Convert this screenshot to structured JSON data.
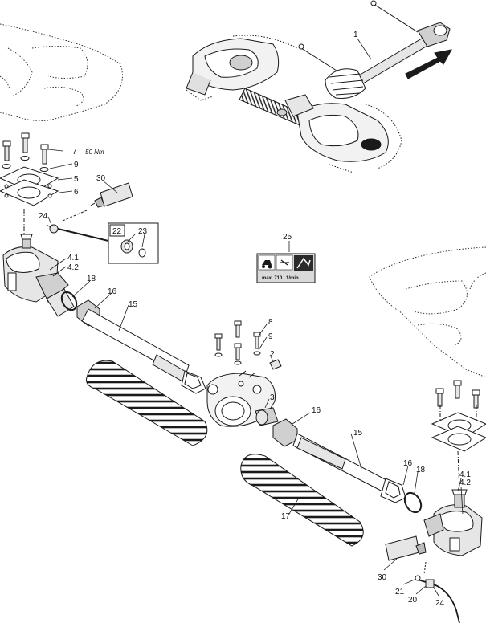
{
  "labels": {
    "p1": "1",
    "p2": "2",
    "p3": "3",
    "p4_1a": "4.1",
    "p4_2a": "4.2",
    "p4_1b": "4.1",
    "p4_2b": "4.2",
    "p5": "5",
    "p6": "6",
    "p7": "7",
    "p8": "8",
    "p9a": "9",
    "p9b": "9",
    "p15a": "15",
    "p15b": "15",
    "p16a": "16",
    "p16b": "16",
    "p16c": "16",
    "p17": "17",
    "p18a": "18",
    "p18b": "18",
    "p20": "20",
    "p21": "21",
    "p22": "22",
    "p23": "23",
    "p24a": "24",
    "p24b": "24",
    "p25": "25",
    "p30a": "30",
    "p30b": "30"
  },
  "torque": "50 Nm",
  "plate": {
    "text": "max. 710",
    "unit": "1/min"
  },
  "colors": {
    "line": "#1a1a1a",
    "fill_light": "#e6e6e6",
    "fill_mid": "#bdbdbd",
    "plate_bg": "#d9d9d9",
    "plate_dark": "#2b2b2b"
  }
}
